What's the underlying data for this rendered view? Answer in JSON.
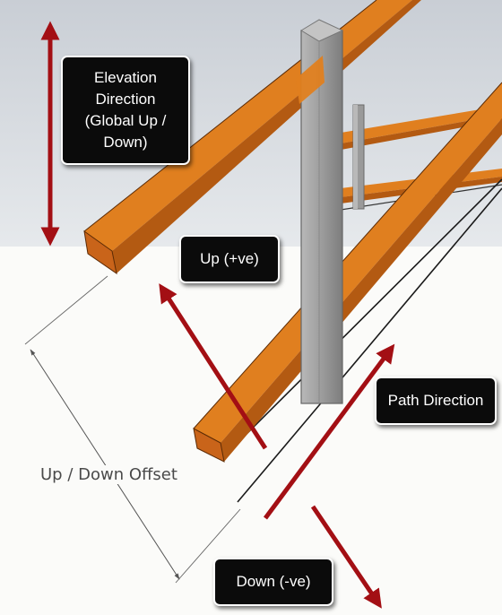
{
  "labels": {
    "elevation_direction": "Elevation\nDirection\n(Global Up /\nDown)",
    "up": "Up (+ve)",
    "path_direction": "Path Direction",
    "up_down_offset": "Up / Down Offset",
    "down": "Down (-ve)"
  },
  "colors": {
    "arrow": "#a30f14",
    "beam_top": "#e07f1f",
    "beam_side": "#b35a12",
    "post": "#9a9a9a",
    "post_dark": "#7c7c7c",
    "sky": "#d7dbe0",
    "ground": "#fbfbf9",
    "callout_bg": "#0b0b0b"
  }
}
